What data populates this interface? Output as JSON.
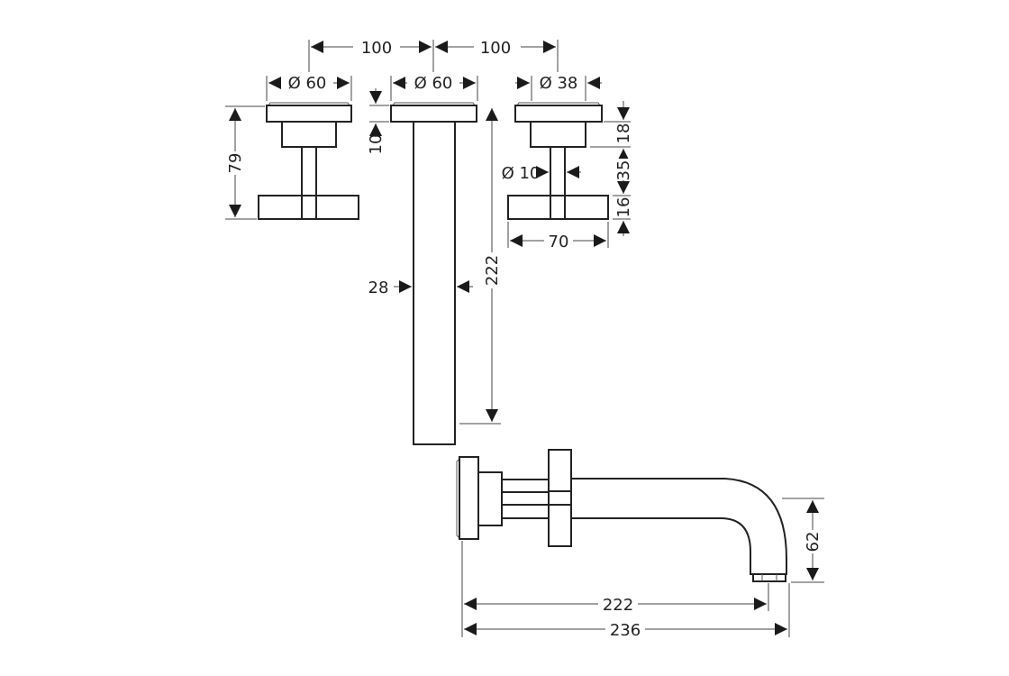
{
  "title": "Faucet dimension drawing",
  "dimensions": {
    "spacing_left": "100",
    "spacing_right": "100",
    "left_handle_diameter": "Ø 60",
    "spout_cap_diameter": "Ø 60",
    "right_handle_cap_diameter": "Ø 38",
    "left_handle_height": "79",
    "cap_thickness": "10",
    "tube_length": "222",
    "tube_width": "28",
    "stem_diameter": "Ø 10",
    "cap_height": "18",
    "stem_height": "35",
    "base_height": "16",
    "base_width": "70",
    "spout_drop": "62",
    "spout_reach": "222",
    "spout_total": "236"
  }
}
